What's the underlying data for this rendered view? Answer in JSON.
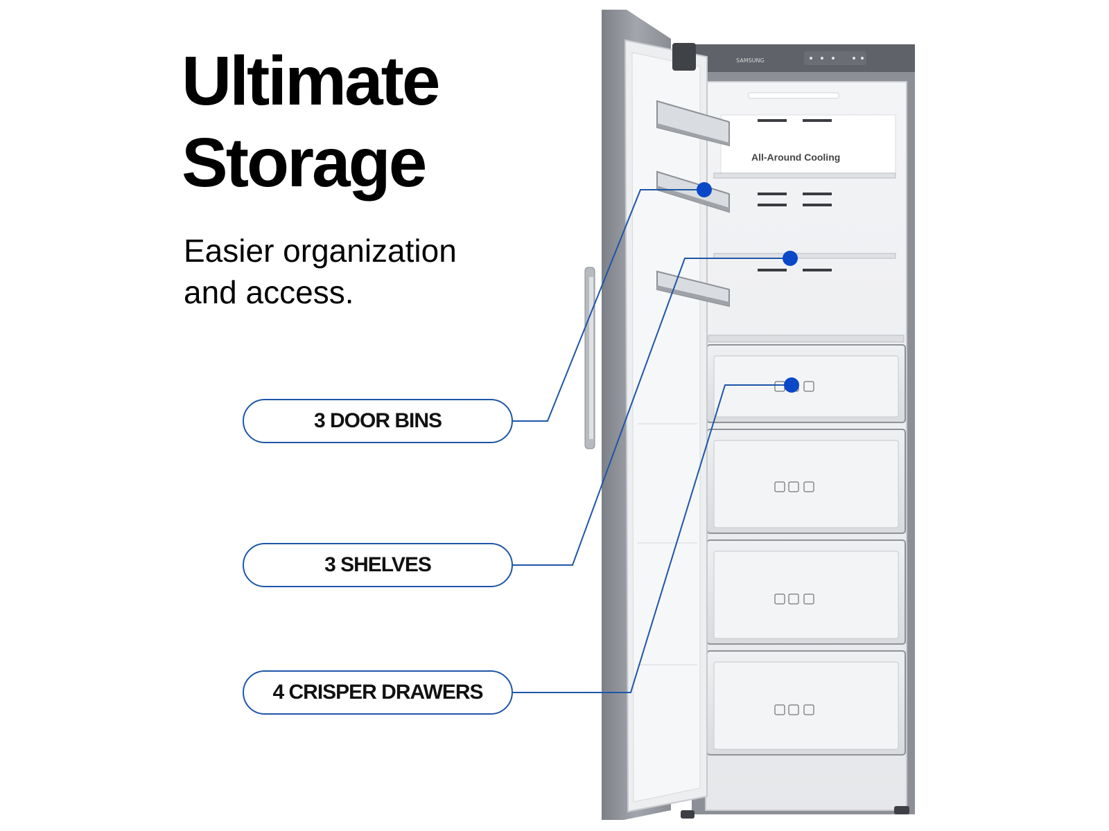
{
  "headline": {
    "line1": "Ultimate",
    "line2": "Storage"
  },
  "subhead": {
    "line1": "Easier organization",
    "line2": "and access."
  },
  "fridge": {
    "brand": "SAMSUNG",
    "interior_label": "All-Around Cooling"
  },
  "callouts": [
    {
      "label": "3 DOOR BINS"
    },
    {
      "label": "3 SHELVES"
    },
    {
      "label": "4 CRISPER DRAWERS"
    }
  ],
  "colors": {
    "accent": "#1d55a8",
    "marker": "#0a48c8",
    "text": "#000000",
    "background": "#ffffff",
    "stainless": "#8d9097"
  }
}
